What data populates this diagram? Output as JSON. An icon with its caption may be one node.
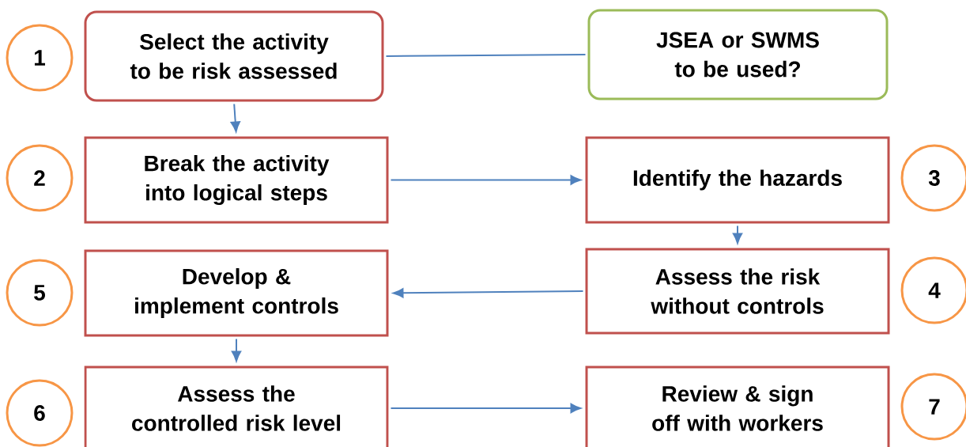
{
  "diagram": {
    "nodes": [
      {
        "text": [
          "1"
        ]
      },
      {
        "text": [
          "Select the activity to be risk assessed"
        ]
      },
      {
        "text": [
          "JSEA or SWMS to be used?"
        ]
      },
      {
        "text": [
          "2"
        ]
      },
      {
        "text": [
          "Break the activity into logical steps"
        ]
      },
      {
        "text": [
          "Identify the hazards"
        ]
      },
      {
        "text": [
          "3"
        ]
      },
      {
        "text": [
          "5"
        ]
      },
      {
        "text": [
          "Develop & implement controls"
        ]
      },
      {
        "text": [
          "Assess the risk without controls"
        ]
      },
      {
        "text": [
          "4"
        ]
      },
      {
        "text": [
          "6"
        ]
      },
      {
        "text": [
          "Assess the controlled risk level"
        ]
      },
      {
        "text": [
          "Review & sign off with workers"
        ]
      },
      {
        "text": [
          "7"
        ]
      }
    ],
    "edges": [
      {
        "from": 1,
        "to": 2,
        "arrow": "none"
      },
      {
        "from": 1,
        "to": 4,
        "arrow": "to"
      },
      {
        "from": 4,
        "to": 5,
        "arrow": "to"
      },
      {
        "from": 5,
        "to": 9,
        "arrow": "to"
      },
      {
        "from": 9,
        "to": 8,
        "arrow": "to"
      },
      {
        "from": 8,
        "to": 12,
        "arrow": "to"
      },
      {
        "from": 12,
        "to": 13,
        "arrow": "to"
      }
    ]
  }
}
